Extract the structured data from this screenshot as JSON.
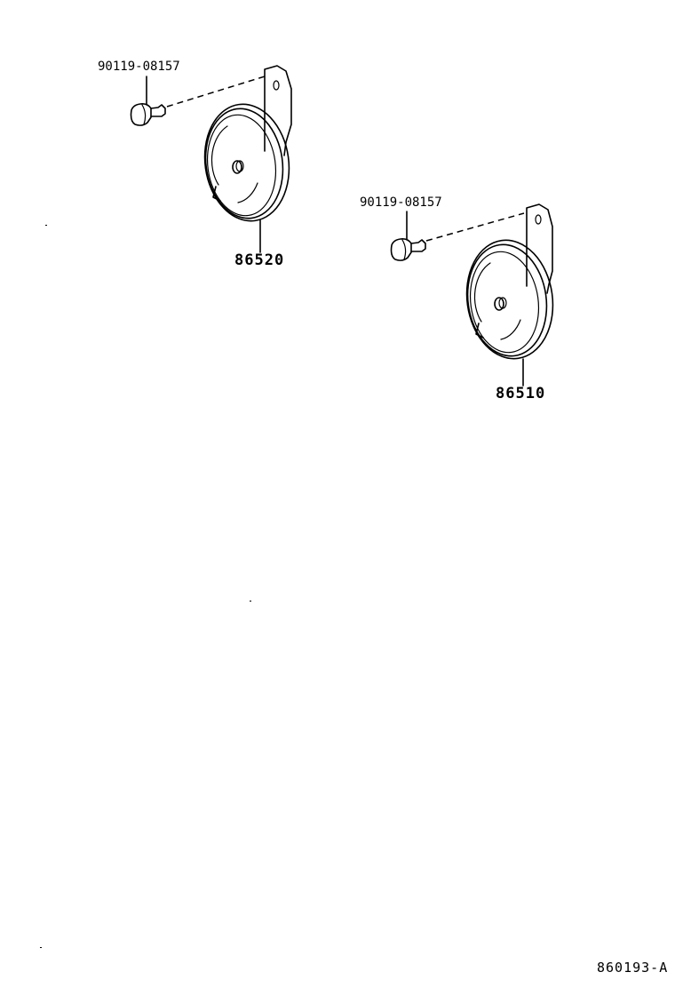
{
  "diagram": {
    "reference_code": "860193-A",
    "parts": [
      {
        "id": "horn-low",
        "part_number": "86520",
        "bolt_part_number": "90119-08157"
      },
      {
        "id": "horn-high",
        "part_number": "86510",
        "bolt_part_number": "90119-08157"
      }
    ],
    "colors": {
      "line": "#000000",
      "background": "#ffffff"
    }
  }
}
